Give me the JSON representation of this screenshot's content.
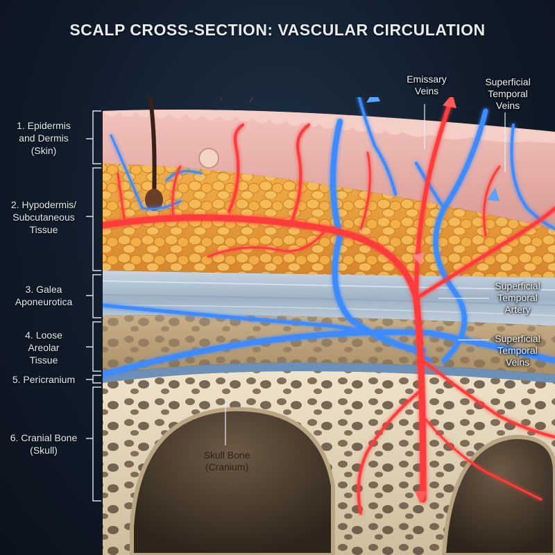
{
  "title": "SCALP CROSS-SECTION: VASCULAR CIRCULATION",
  "layers": [
    {
      "label": "1. Epidermis\nand Dermis\n(Skin)"
    },
    {
      "label": "2. Hypodermis/\nSubcutaneous\nTissue"
    },
    {
      "label": "3. Galea\nAponeurotica"
    },
    {
      "label": "4. Loose\nAreolar\nTissue"
    },
    {
      "label": "5. Pericranium"
    },
    {
      "label": "6. Cranial Bone\n(Skull)"
    }
  ],
  "callouts": {
    "emissary_veins": "Emissary\nVeins",
    "superficial_temporal_veins_top": "Superficial\nTemporal\nVeins",
    "superficial_temporal_artery": "Superficial\nTemporal\nArtery",
    "superficial_temporal_veins_bottom": "Superficial\nTemporal\nVeins",
    "skull_bone": "Skull Bone\n(Cranium)"
  },
  "colors": {
    "artery": "#ff3b3b",
    "vein": "#3d8bff",
    "fat": "#f0a23a",
    "skin": "#e7b7b0",
    "galea": "#b8c6d4",
    "bone": "#e8ddc4"
  }
}
